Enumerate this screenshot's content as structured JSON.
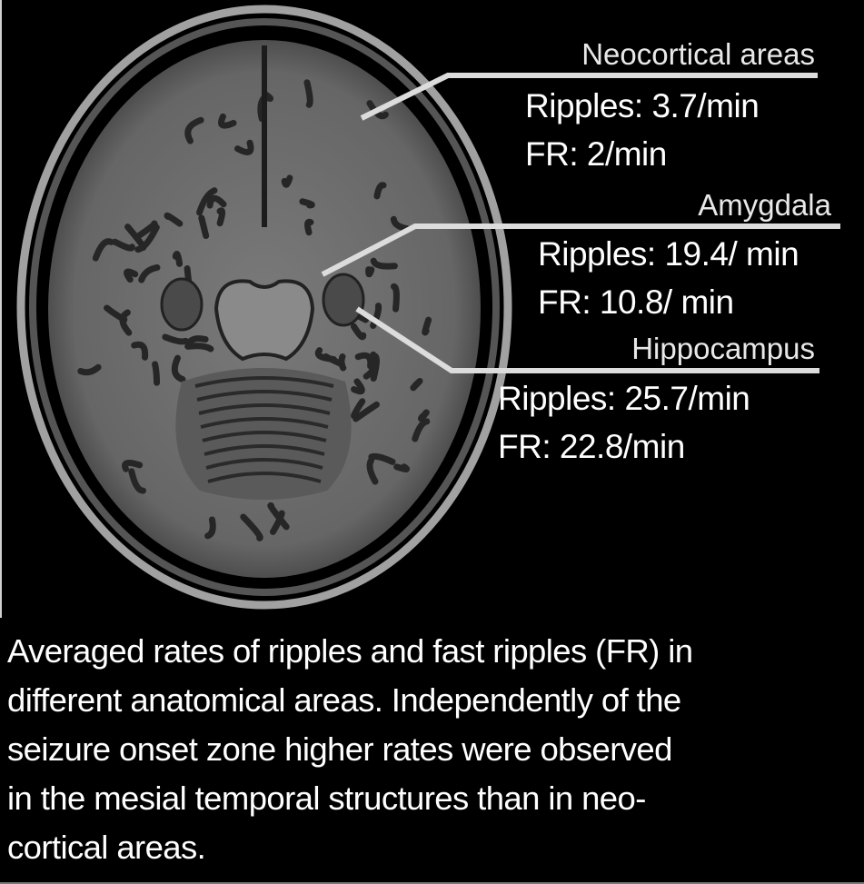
{
  "regions": [
    {
      "name": "Neocortical areas",
      "ripples": "Ripples: 3.7/min",
      "fr": "FR: 2/min"
    },
    {
      "name": "Amygdala",
      "ripples": "Ripples: 19.4/ min",
      "fr": "FR: 10.8/ min"
    },
    {
      "name": "Hippocampus",
      "ripples": "Ripples: 25.7/min",
      "fr": "FR: 22.8/min"
    }
  ],
  "caption": {
    "lines": [
      "Averaged rates of ripples and fast ripples (FR) in",
      "different anatomical areas. Independently of the",
      "seizure onset zone higher rates were observed",
      "in the mesial temporal structures than in neo-",
      "cortical areas."
    ]
  },
  "colors": {
    "background": "#000000",
    "text": "#ffffff",
    "leader_line": "#dcdcdc",
    "tissue": "#6e6e6e"
  }
}
